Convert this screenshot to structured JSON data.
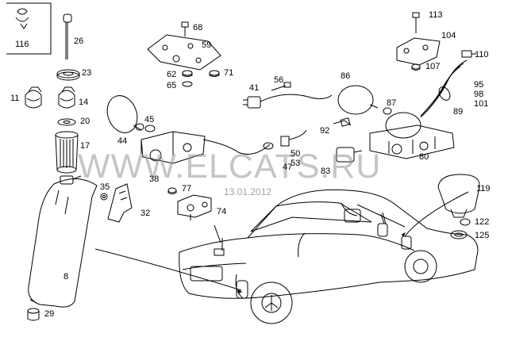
{
  "watermark": {
    "text": "WWW.ELCATS.RU",
    "date": "13.01.2012"
  },
  "callouts": {
    "c116": "116",
    "c26": "26",
    "c23": "23",
    "c11": "11",
    "c14": "14",
    "c20": "20",
    "c17": "17",
    "c35": "35",
    "c32": "32",
    "c8": "8",
    "c29": "29",
    "c68": "68",
    "c59": "59",
    "c62": "62",
    "c65": "65",
    "c71": "71",
    "c41": "41",
    "c56": "56",
    "c45": "45",
    "c44": "44",
    "c38": "38",
    "c77": "77",
    "c74": "74",
    "c47": "47",
    "c50": "50",
    "c53": "53",
    "c86": "86",
    "c87": "87",
    "c92": "92",
    "c83": "83",
    "c80": "80",
    "c113": "113",
    "c104": "104",
    "c110": "110",
    "c107": "107",
    "c95": "95",
    "c98": "98",
    "c101": "101",
    "c89": "89",
    "c119": "119",
    "c122": "122",
    "c125": "125"
  },
  "colors": {
    "ink": "#000000",
    "watermark": "#969696"
  }
}
